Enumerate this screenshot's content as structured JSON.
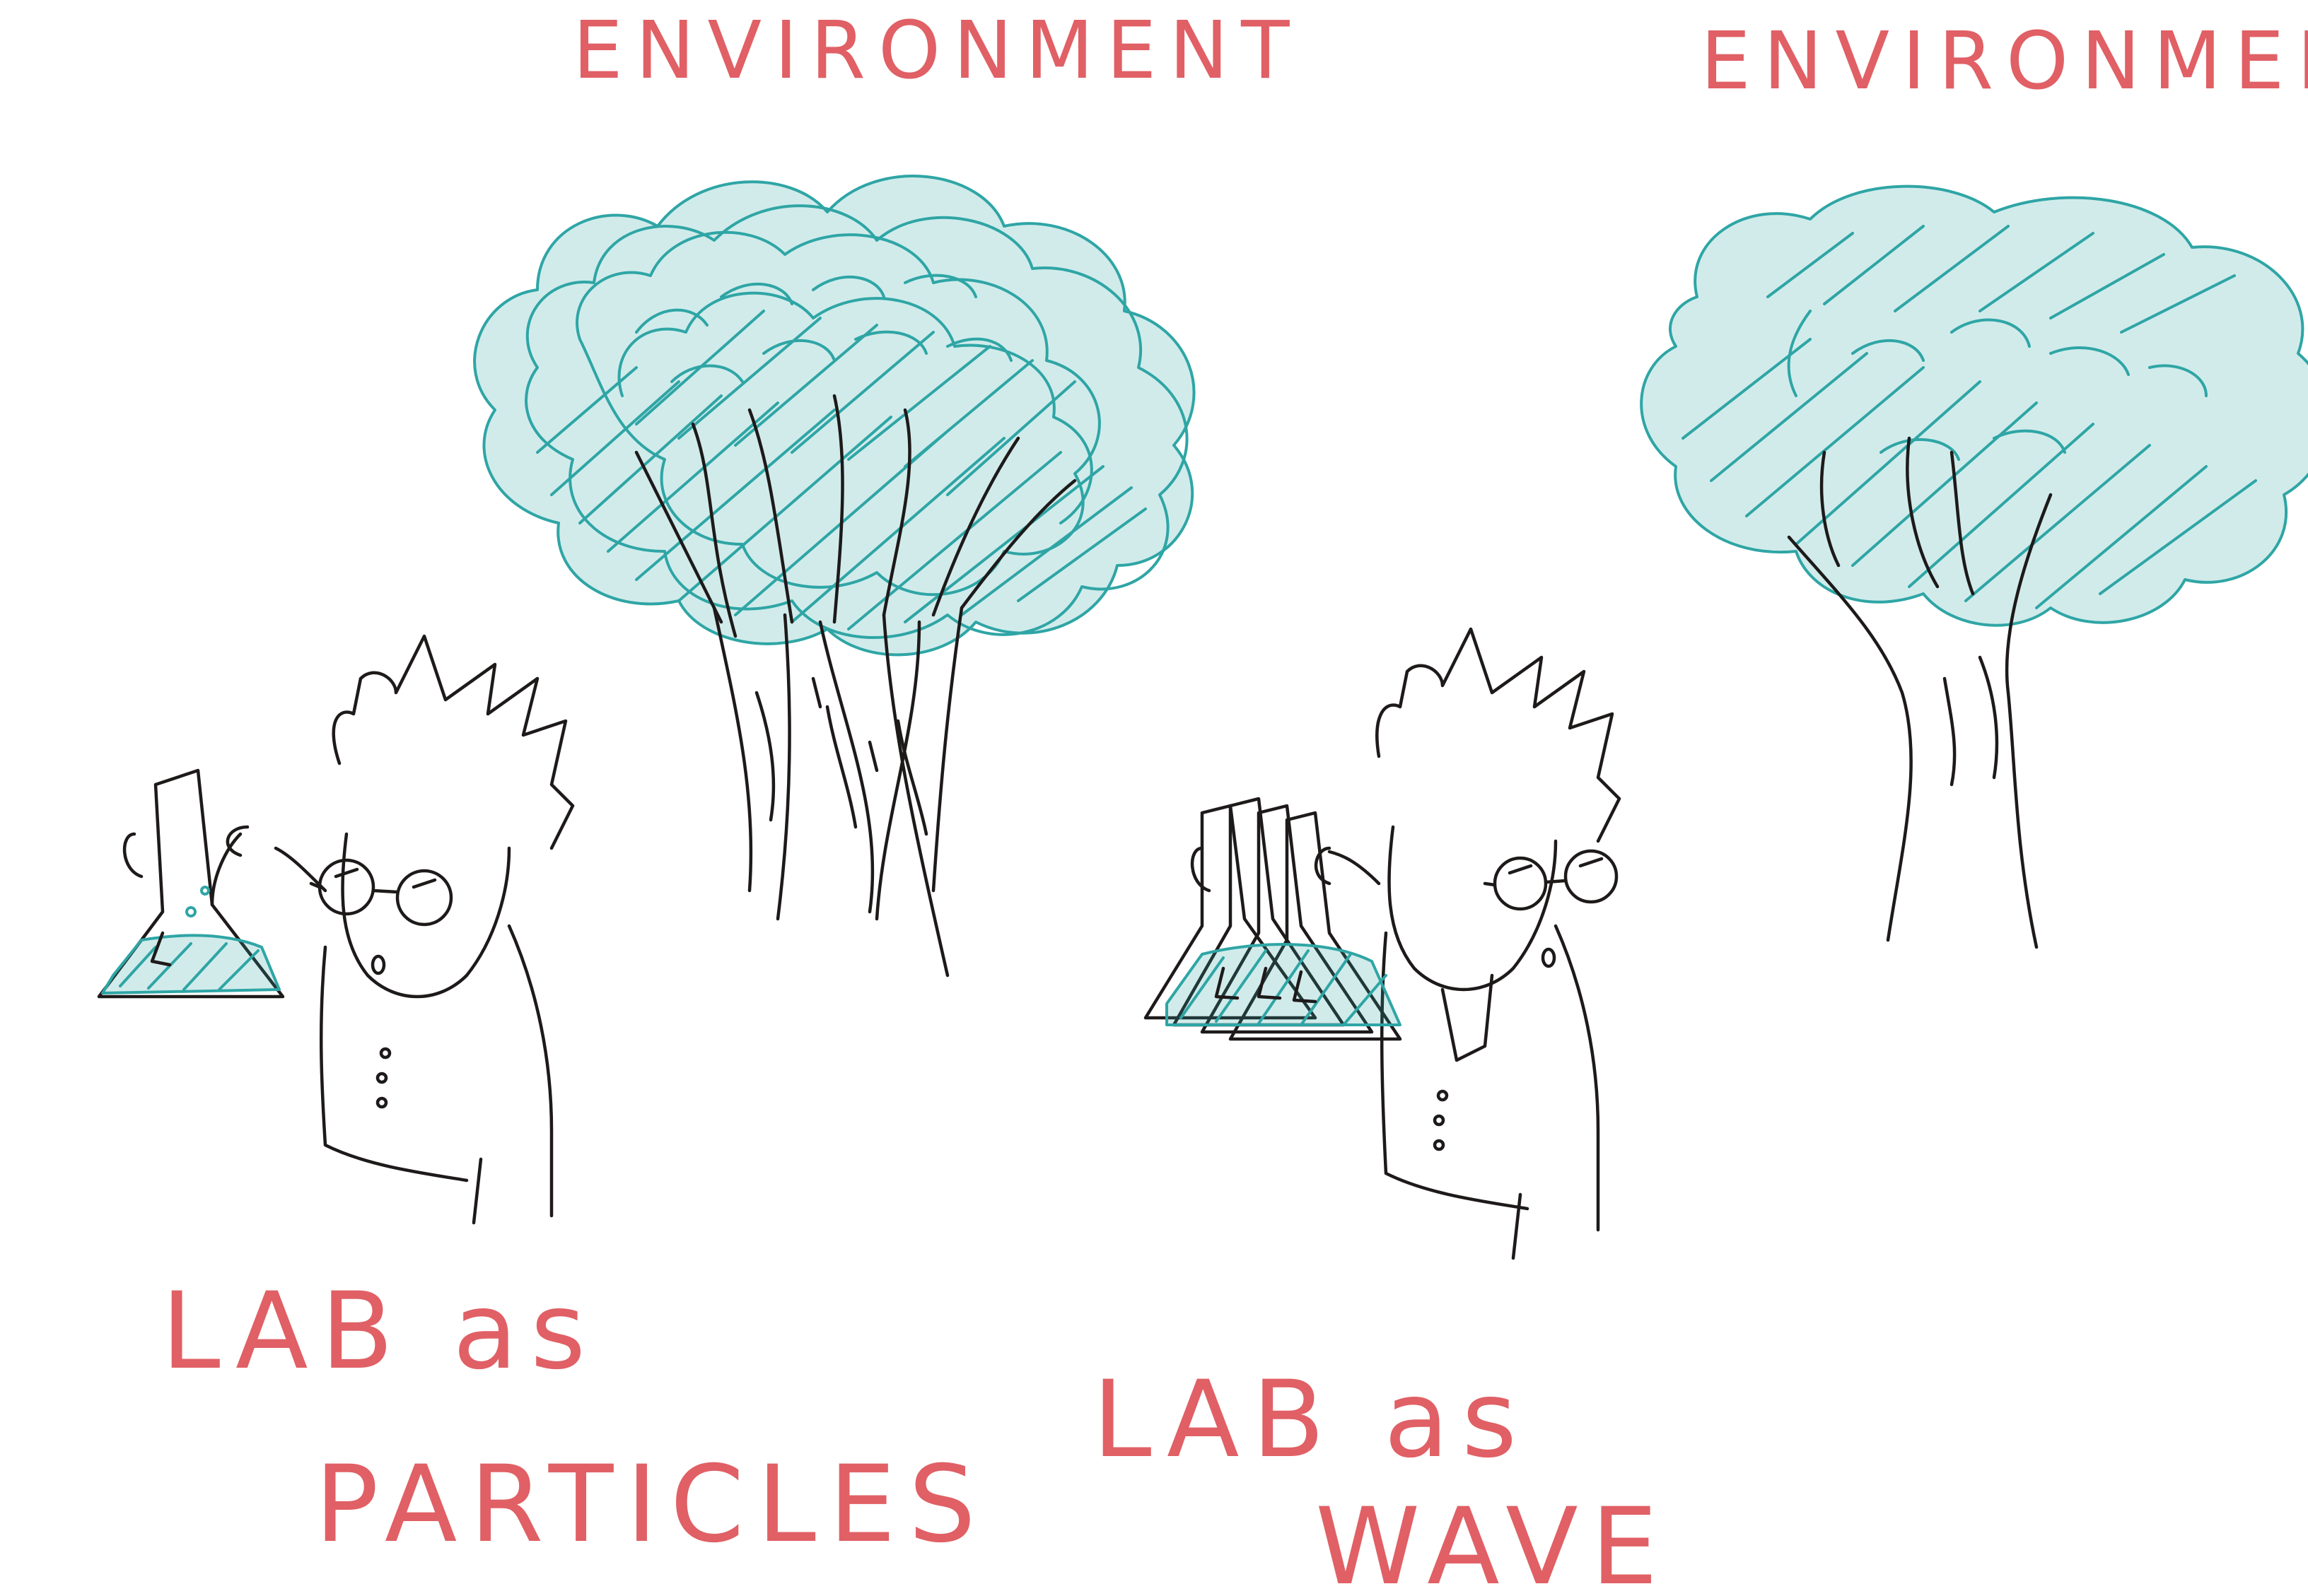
{
  "labels": {
    "environment_left": "ENVIRONMENT",
    "environment_right": "ENVIRONMENT",
    "particles_line1": "LAB as",
    "particles_line2": "PARTICLES",
    "wave_line1": "LAB as",
    "wave_line2": "WAVE"
  },
  "colors": {
    "label": "#e06065",
    "tree_canopy": "#2fa5a5",
    "ink": "#1e1a1a"
  }
}
